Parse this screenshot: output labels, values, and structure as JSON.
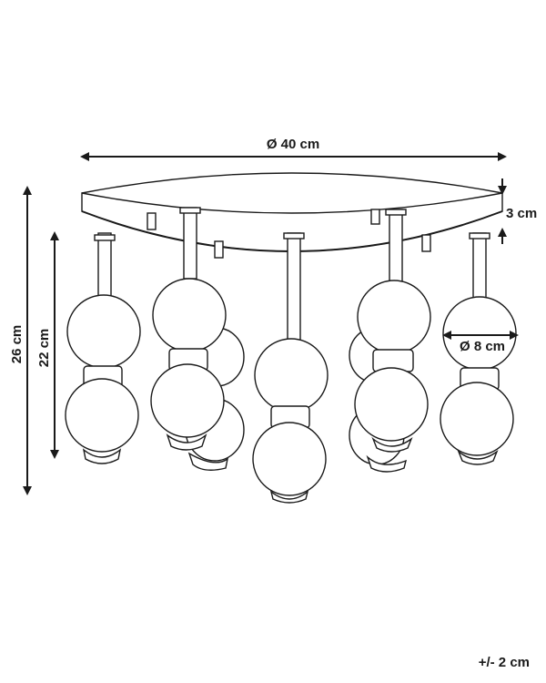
{
  "dimensions": {
    "diameter_canopy": "Ø 40 cm",
    "canopy_height": "3 cm",
    "total_height": "26 cm",
    "drop_height": "22 cm",
    "globe_diameter": "Ø 8 cm"
  },
  "tolerance": "+/- 2 cm",
  "colors": {
    "line": "#1a1a1a",
    "background": "#ffffff"
  }
}
